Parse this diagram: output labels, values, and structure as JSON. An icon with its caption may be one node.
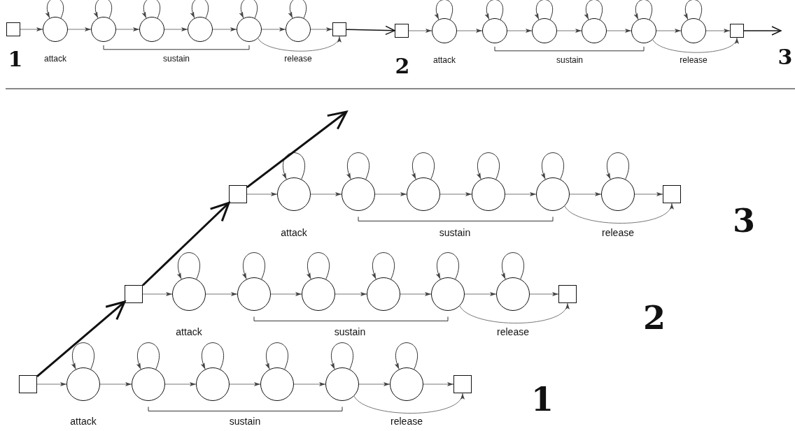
{
  "diagram": {
    "nodes": [
      {
        "text": [],
        "shape": "box"
      },
      {
        "text": [],
        "shape": "circle"
      },
      {
        "text": [],
        "shape": "circle"
      },
      {
        "text": [],
        "shape": "circle"
      },
      {
        "text": [],
        "shape": "circle"
      },
      {
        "text": [],
        "shape": "circle"
      },
      {
        "text": [],
        "shape": "circle"
      },
      {
        "text": [],
        "shape": "box"
      },
      {
        "text": [],
        "shape": "box"
      },
      {
        "text": [],
        "shape": "circle"
      },
      {
        "text": [],
        "shape": "circle"
      },
      {
        "text": [],
        "shape": "circle"
      },
      {
        "text": [],
        "shape": "circle"
      },
      {
        "text": [],
        "shape": "circle"
      },
      {
        "text": [],
        "shape": "circle"
      },
      {
        "text": [],
        "shape": "box"
      },
      {
        "text": [],
        "shape": "box"
      },
      {
        "text": [],
        "shape": "circle"
      },
      {
        "text": [],
        "shape": "circle"
      },
      {
        "text": [],
        "shape": "circle"
      },
      {
        "text": [],
        "shape": "circle"
      },
      {
        "text": [],
        "shape": "circle"
      },
      {
        "text": [],
        "shape": "circle"
      },
      {
        "text": [],
        "shape": "box"
      },
      {
        "text": [],
        "shape": "box"
      },
      {
        "text": [],
        "shape": "circle"
      },
      {
        "text": [],
        "shape": "circle"
      },
      {
        "text": [],
        "shape": "circle"
      },
      {
        "text": [],
        "shape": "circle"
      },
      {
        "text": [],
        "shape": "circle"
      },
      {
        "text": [],
        "shape": "circle"
      },
      {
        "text": [],
        "shape": "box"
      },
      {
        "text": [],
        "shape": "box"
      },
      {
        "text": [],
        "shape": "circle"
      },
      {
        "text": [],
        "shape": "circle"
      },
      {
        "text": [],
        "shape": "circle"
      },
      {
        "text": [],
        "shape": "circle"
      },
      {
        "text": [],
        "shape": "circle"
      },
      {
        "text": [],
        "shape": "circle"
      },
      {
        "text": [],
        "shape": "box"
      }
    ],
    "edges": [
      {
        "from": 0,
        "to": 1,
        "arrow": "to"
      },
      {
        "from": 1,
        "to": 1,
        "arrow": "to"
      },
      {
        "from": 1,
        "to": 2,
        "arrow": "to"
      },
      {
        "from": 2,
        "to": 2,
        "arrow": "to"
      },
      {
        "from": 2,
        "to": 3,
        "arrow": "to"
      },
      {
        "from": 3,
        "to": 3,
        "arrow": "to"
      },
      {
        "from": 3,
        "to": 4,
        "arrow": "to"
      },
      {
        "from": 4,
        "to": 4,
        "arrow": "to"
      },
      {
        "from": 4,
        "to": 5,
        "arrow": "to"
      },
      {
        "from": 5,
        "to": 5,
        "arrow": "to"
      },
      {
        "from": 5,
        "to": 6,
        "arrow": "to"
      },
      {
        "from": 6,
        "to": 6,
        "arrow": "to"
      },
      {
        "from": 6,
        "to": 7,
        "arrow": "to"
      },
      {
        "from": 5,
        "to": 7,
        "arrow": "to"
      },
      {
        "from": 7,
        "to": 8,
        "arrow": "to",
        "color": "#111111"
      },
      {
        "from": 8,
        "to": 9,
        "arrow": "to"
      },
      {
        "from": 9,
        "to": 9,
        "arrow": "to"
      },
      {
        "from": 9,
        "to": 10,
        "arrow": "to"
      },
      {
        "from": 10,
        "to": 10,
        "arrow": "to"
      },
      {
        "from": 10,
        "to": 11,
        "arrow": "to"
      },
      {
        "from": 11,
        "to": 11,
        "arrow": "to"
      },
      {
        "from": 11,
        "to": 12,
        "arrow": "to"
      },
      {
        "from": 12,
        "to": 12,
        "arrow": "to"
      },
      {
        "from": 12,
        "to": 13,
        "arrow": "to"
      },
      {
        "from": 13,
        "to": 13,
        "arrow": "to"
      },
      {
        "from": 13,
        "to": 14,
        "arrow": "to"
      },
      {
        "from": 14,
        "to": 14,
        "arrow": "to"
      },
      {
        "from": 14,
        "to": 15,
        "arrow": "to"
      },
      {
        "from": 13,
        "to": 15,
        "arrow": "to"
      },
      {
        "from": 15,
        "to": null,
        "arrow": "to",
        "color": "#111111"
      },
      {
        "from": 16,
        "to": 17,
        "arrow": "to"
      },
      {
        "from": 17,
        "to": 17,
        "arrow": "to"
      },
      {
        "from": 17,
        "to": 18,
        "arrow": "to"
      },
      {
        "from": 18,
        "to": 18,
        "arrow": "to"
      },
      {
        "from": 18,
        "to": 19,
        "arrow": "to"
      },
      {
        "from": 19,
        "to": 19,
        "arrow": "to"
      },
      {
        "from": 19,
        "to": 20,
        "arrow": "to"
      },
      {
        "from": 20,
        "to": 20,
        "arrow": "to"
      },
      {
        "from": 20,
        "to": 21,
        "arrow": "to"
      },
      {
        "from": 21,
        "to": 21,
        "arrow": "to"
      },
      {
        "from": 21,
        "to": 22,
        "arrow": "to"
      },
      {
        "from": 22,
        "to": 22,
        "arrow": "to"
      },
      {
        "from": 22,
        "to": 23,
        "arrow": "to"
      },
      {
        "from": 21,
        "to": 23,
        "arrow": "to"
      },
      {
        "from": 24,
        "to": 25,
        "arrow": "to"
      },
      {
        "from": 25,
        "to": 25,
        "arrow": "to"
      },
      {
        "from": 25,
        "to": 26,
        "arrow": "to"
      },
      {
        "from": 26,
        "to": 26,
        "arrow": "to"
      },
      {
        "from": 26,
        "to": 27,
        "arrow": "to"
      },
      {
        "from": 27,
        "to": 27,
        "arrow": "to"
      },
      {
        "from": 27,
        "to": 28,
        "arrow": "to"
      },
      {
        "from": 28,
        "to": 28,
        "arrow": "to"
      },
      {
        "from": 28,
        "to": 29,
        "arrow": "to"
      },
      {
        "from": 29,
        "to": 29,
        "arrow": "to"
      },
      {
        "from": 29,
        "to": 30,
        "arrow": "to"
      },
      {
        "from": 30,
        "to": 30,
        "arrow": "to"
      },
      {
        "from": 30,
        "to": 31,
        "arrow": "to"
      },
      {
        "from": 29,
        "to": 31,
        "arrow": "to"
      },
      {
        "from": 32,
        "to": 33,
        "arrow": "to"
      },
      {
        "from": 33,
        "to": 33,
        "arrow": "to"
      },
      {
        "from": 33,
        "to": 34,
        "arrow": "to"
      },
      {
        "from": 34,
        "to": 34,
        "arrow": "to"
      },
      {
        "from": 34,
        "to": 35,
        "arrow": "to"
      },
      {
        "from": 35,
        "to": 35,
        "arrow": "to"
      },
      {
        "from": 35,
        "to": 36,
        "arrow": "to"
      },
      {
        "from": 36,
        "to": 36,
        "arrow": "to"
      },
      {
        "from": 36,
        "to": 37,
        "arrow": "to"
      },
      {
        "from": 37,
        "to": 37,
        "arrow": "to"
      },
      {
        "from": 37,
        "to": 38,
        "arrow": "to"
      },
      {
        "from": 38,
        "to": 38,
        "arrow": "to"
      },
      {
        "from": 38,
        "to": 39,
        "arrow": "to"
      },
      {
        "from": 37,
        "to": 39,
        "arrow": "to"
      },
      {
        "from": 32,
        "to": 24,
        "arrow": "to",
        "style": "thick",
        "color": "#111111"
      },
      {
        "from": 24,
        "to": 16,
        "arrow": "to",
        "style": "thick",
        "color": "#111111"
      },
      {
        "from": 16,
        "to": null,
        "arrow": "to",
        "style": "thick",
        "color": "#111111"
      }
    ],
    "labels": [
      "1",
      "attack",
      "sustain",
      "release",
      "2",
      "attack",
      "sustain",
      "release",
      "3",
      "attack",
      "sustain",
      "release",
      "3",
      "attack",
      "sustain",
      "release",
      "2",
      "attack",
      "sustain",
      "release",
      "1"
    ]
  }
}
